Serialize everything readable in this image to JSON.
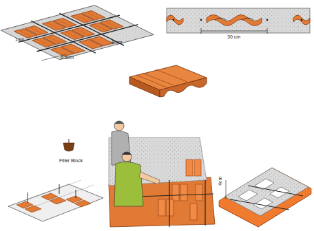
{
  "diagram": {
    "labels": [
      "1cm",
      "6.5cm",
      "8mm",
      "30 cm",
      "Filler Block",
      "4cm"
    ]
  }
}
